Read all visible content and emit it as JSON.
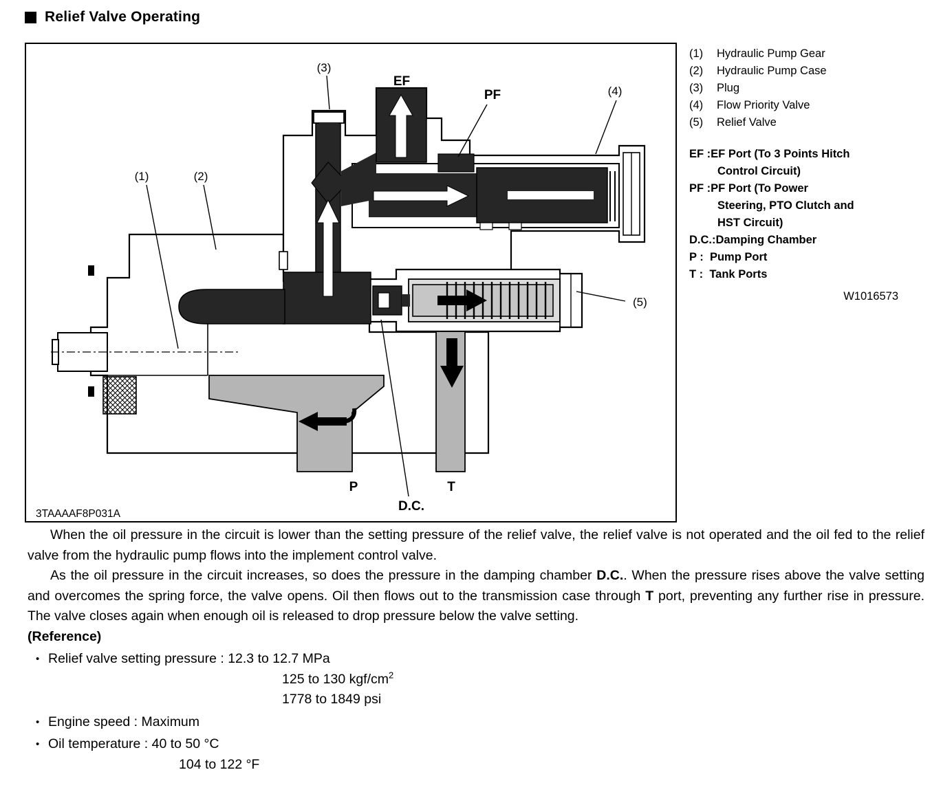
{
  "header": {
    "title": "Relief Valve Operating"
  },
  "figure": {
    "code": "3TAAAAF8P031A",
    "callouts": {
      "c1": "(1)",
      "c2": "(2)",
      "c3": "(3)",
      "c4": "(4)",
      "c5": "(5)"
    },
    "ports": {
      "ef": "EF",
      "pf": "PF",
      "p": "P",
      "t": "T",
      "dc": "D.C."
    }
  },
  "legend": {
    "items": [
      {
        "num": "(1)",
        "label": "Hydraulic Pump Gear"
      },
      {
        "num": "(2)",
        "label": "Hydraulic Pump Case"
      },
      {
        "num": "(3)",
        "label": "Plug"
      },
      {
        "num": "(4)",
        "label": "Flow Priority Valve"
      },
      {
        "num": "(5)",
        "label": "Relief Valve"
      }
    ],
    "ports": [
      {
        "l1": "EF :EF Port (To 3 Points Hitch",
        "l2": "Control Circuit)"
      },
      {
        "l1": "PF :PF Port (To Power",
        "l2": "Steering, PTO Clutch and",
        "l3": "HST Circuit)"
      },
      {
        "l1": "D.C.:Damping Chamber"
      },
      {
        "l1": "P :  Pump Port"
      },
      {
        "l1": "T :  Tank Ports"
      }
    ],
    "ref_code": "W1016573"
  },
  "body": {
    "p1": "When the oil pressure in the circuit is lower than the setting pressure of the relief valve, the relief valve is not operated and the oil fed to the relief valve from the hydraulic pump flows into the implement control valve.",
    "p2": {
      "s1": "As the oil pressure in the circuit increases, so does the pressure in the damping chamber ",
      "b1": "D.C.",
      "s2": ".  When the pressure rises above the valve setting and overcomes the spring force, the valve opens.  Oil then flows out to the transmission case through ",
      "b2": "T",
      "s3": " port, preventing any further rise in pressure.  The valve closes again when enough oil is released to drop pressure below the valve setting."
    },
    "reference": {
      "heading": "(Reference)",
      "item1": {
        "label": "Relief valve setting pressure : ",
        "v1": "12.3 to 12.7 MPa",
        "v2": "125 to 130 kgf/cm",
        "v2_sup": "2",
        "v3": "1778 to 1849 psi"
      },
      "item2": "Engine speed : Maximum",
      "item3": "Oil temperature : 40 to 50 °C",
      "item3_cont": "104 to 122 °F"
    }
  }
}
